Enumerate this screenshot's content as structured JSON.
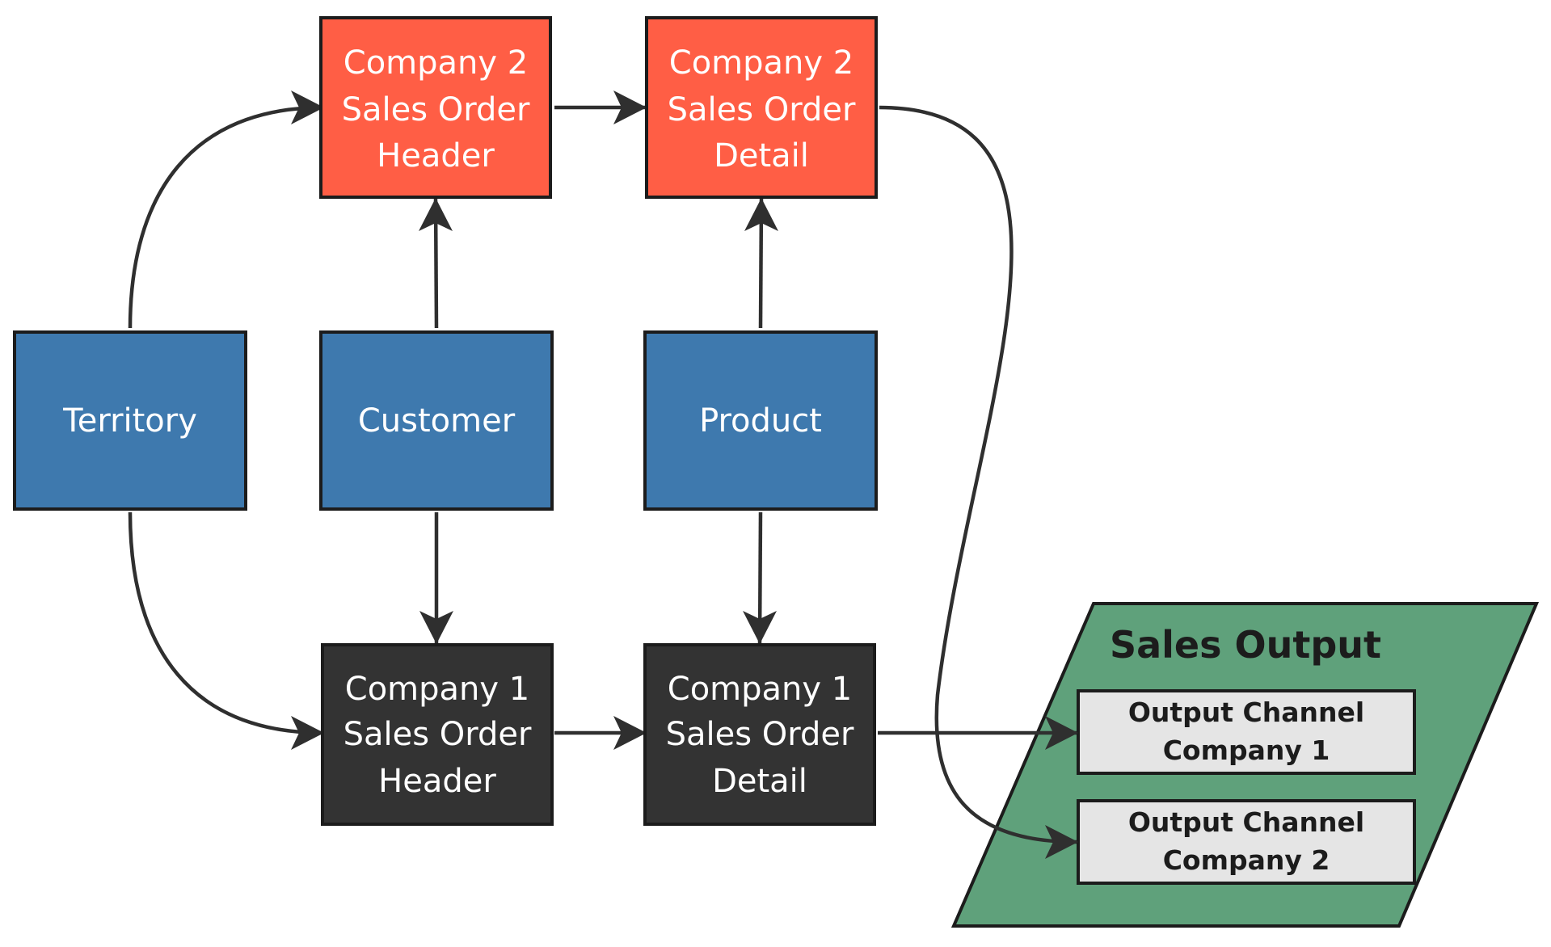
{
  "colors": {
    "company2": "#FF5E45",
    "dimension": "#3E79AE",
    "company1": "#333333",
    "output_group": "#5FA17B",
    "output_channel": "#E5E5E5",
    "edge": "#2F2F2F",
    "border": "#1C1C1C"
  },
  "nodes": {
    "c2_header": [
      "Company 2",
      "Sales Order",
      "Header"
    ],
    "c2_detail": [
      "Company 2",
      "Sales Order",
      "Detail"
    ],
    "territory": [
      "Territory"
    ],
    "customer": [
      "Customer"
    ],
    "product": [
      "Product"
    ],
    "c1_header": [
      "Company 1",
      "Sales Order",
      "Header"
    ],
    "c1_detail": [
      "Company 1",
      "Sales Order",
      "Detail"
    ]
  },
  "output_group": {
    "title": "Sales Output",
    "channel1": [
      "Output Channel",
      "Company 1"
    ],
    "channel2": [
      "Output Channel",
      "Company 2"
    ]
  }
}
